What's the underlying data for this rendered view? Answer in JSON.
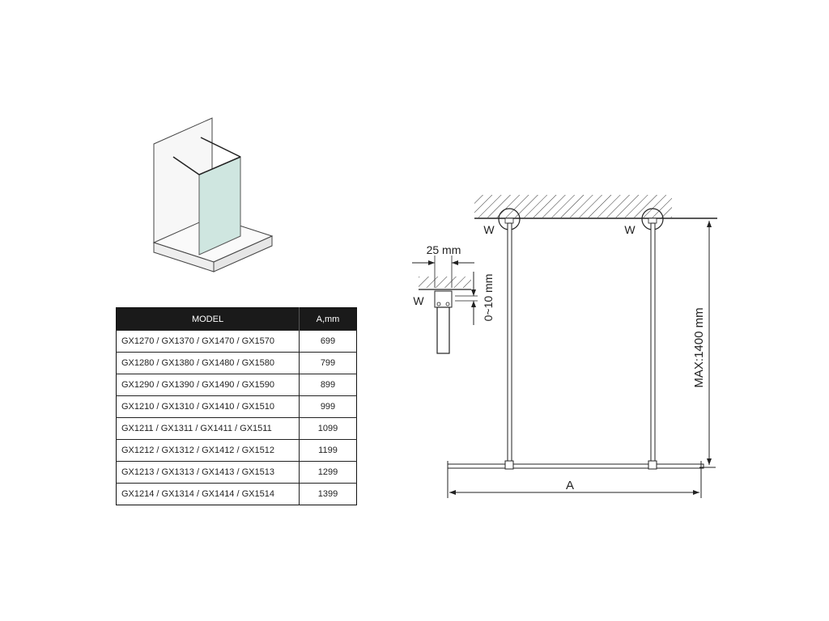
{
  "table": {
    "headers": {
      "model": "MODEL",
      "a": "A,mm"
    },
    "rows": [
      {
        "model": "GX1270 / GX1370 / GX1470 / GX1570",
        "a": "699"
      },
      {
        "model": "GX1280 / GX1380 / GX1480 / GX1580",
        "a": "799"
      },
      {
        "model": "GX1290 / GX1390 / GX1490 / GX1590",
        "a": "899"
      },
      {
        "model": "GX1210 / GX1310 / GX1410 / GX1510",
        "a": "999"
      },
      {
        "model": "GX1211 / GX1311 / GX1411 / GX1511",
        "a": "1099"
      },
      {
        "model": "GX1212 / GX1312 / GX1412 / GX1512",
        "a": "1199"
      },
      {
        "model": "GX1213 / GX1313 / GX1413 / GX1513",
        "a": "1299"
      },
      {
        "model": "GX1214 / GX1314 / GX1414 / GX1514",
        "a": "1399"
      }
    ]
  },
  "drawing": {
    "detail_width": "25 mm",
    "detail_gap": "0~10 mm",
    "wall_mark": "W",
    "max_height": "MAX:1400 mm",
    "width_mark": "A"
  },
  "colors": {
    "glass": "#cfe6e0",
    "line": "#222222",
    "header_bg": "#1a1a1a"
  }
}
